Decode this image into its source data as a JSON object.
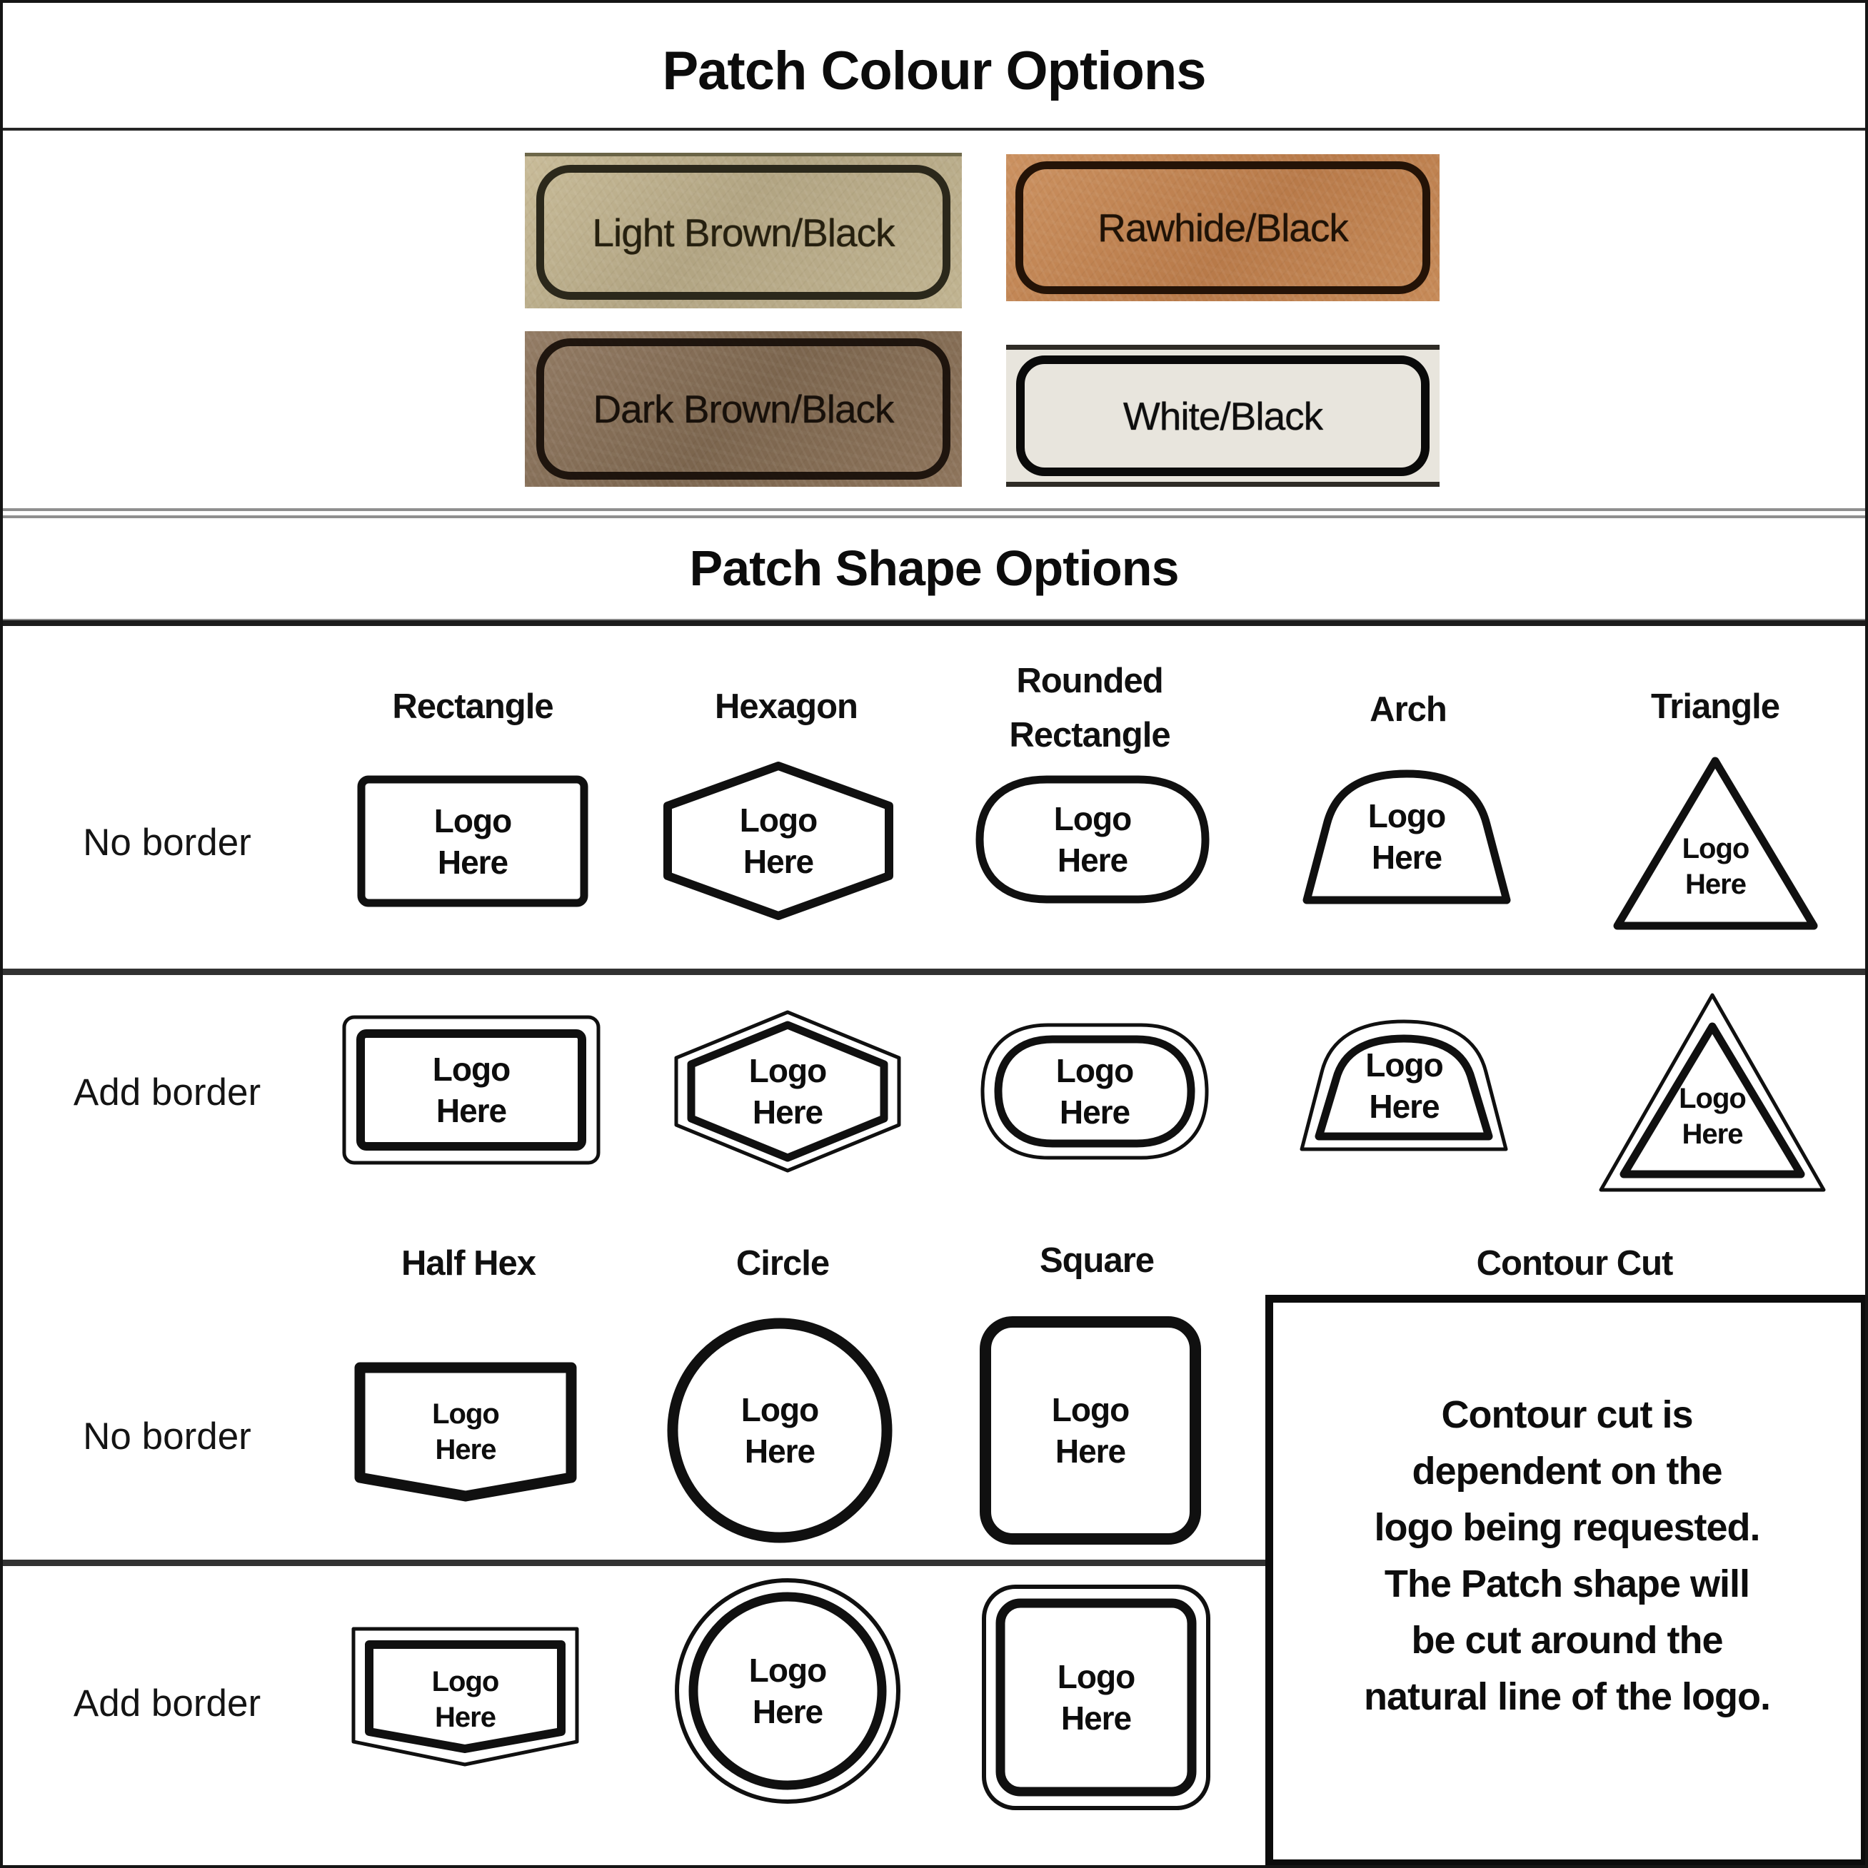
{
  "colour_section": {
    "title": "Patch Colour Options",
    "swatches": [
      {
        "label": "Light Brown/Black",
        "base_hex": "#bdb08d",
        "frame_hex": "#2b281b"
      },
      {
        "label": "Rawhide/Black",
        "base_hex": "#c28355",
        "frame_hex": "#241307"
      },
      {
        "label": "Dark Brown/Black",
        "base_hex": "#86705a",
        "frame_hex": "#1d130c"
      },
      {
        "label": "White/Black",
        "base_hex": "#e8e5dd",
        "frame_hex": "#0a0a0a"
      }
    ]
  },
  "shape_section": {
    "title": "Patch Shape Options",
    "grid1_headers": [
      "Rectangle",
      "Hexagon",
      "Rounded\nRectangle",
      "Arch",
      "Triangle"
    ],
    "grid2_headers": [
      "Half Hex",
      "Circle",
      "Square",
      "Contour Cut"
    ],
    "row_labels": {
      "no_border": "No border",
      "add_border": "Add border"
    },
    "logo_placeholder": "Logo\nHere",
    "contour_note": "Contour cut is\ndependent on the\nlogo being requested.\nThe Patch shape will\nbe cut around the\nnatural line of the logo.",
    "ink_hex": "#101010"
  }
}
